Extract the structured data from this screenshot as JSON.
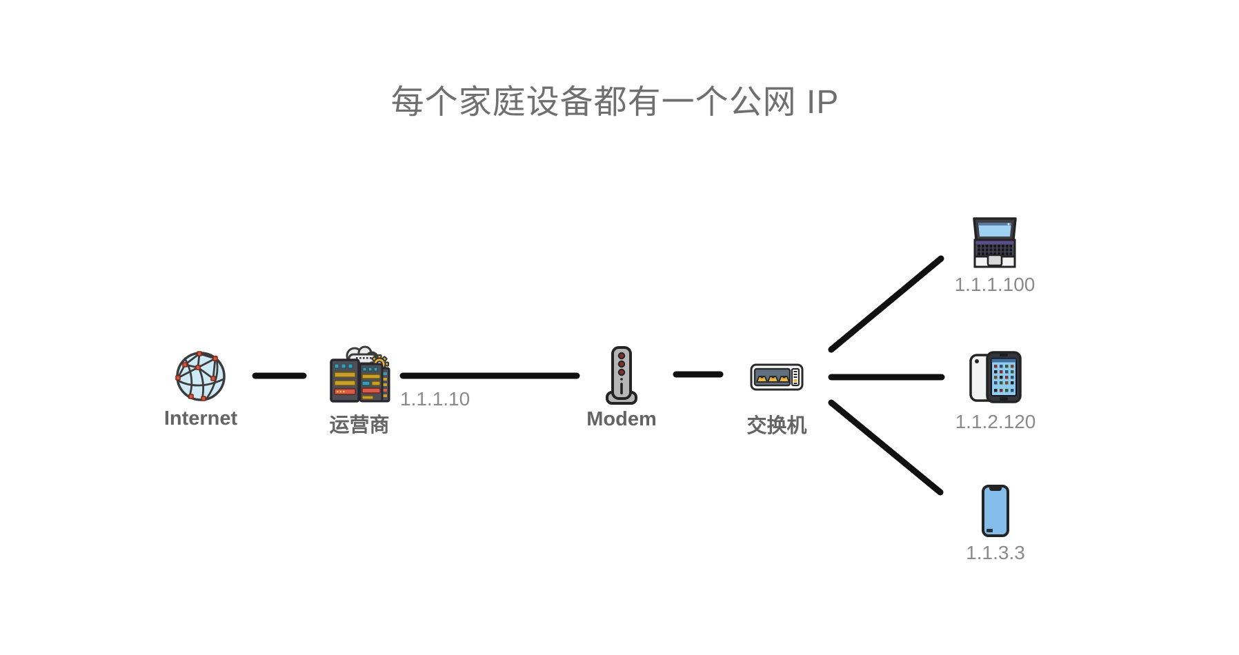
{
  "page": {
    "title": "每个家庭设备都有一个公网 IP"
  },
  "nodes": {
    "internet": {
      "label": "Internet",
      "icon": "globe-network-icon"
    },
    "isp": {
      "label": "运营商",
      "icon": "server-rack-cloud-icon"
    },
    "modem": {
      "label": "Modem",
      "icon": "modem-tower-icon"
    },
    "switch": {
      "label": "交换机",
      "icon": "network-switch-icon"
    },
    "laptop": {
      "ip": "1.1.1.100",
      "icon": "laptop-icon"
    },
    "tablet": {
      "ip": "1.1.2.120",
      "icon": "tablet-icon"
    },
    "phone": {
      "ip": "1.1.3.3",
      "icon": "smartphone-icon"
    }
  },
  "connections": [
    {
      "from": "internet",
      "to": "isp"
    },
    {
      "from": "isp",
      "to": "modem",
      "label": "1.1.1.10"
    },
    {
      "from": "modem",
      "to": "switch"
    },
    {
      "from": "switch",
      "to": "laptop"
    },
    {
      "from": "switch",
      "to": "tablet"
    },
    {
      "from": "switch",
      "to": "phone"
    }
  ],
  "colors": {
    "background": "#ffffff",
    "line": "#101010",
    "title_text": "#6f6f6f",
    "label_text": "#646464",
    "ip_text": "#8a8a8a",
    "outline": "#2a2a2a",
    "globe_fill": "#cdeaf6",
    "node_dot_red": "#d4563c",
    "server_body": "#4e4e56",
    "bar_yellow": "#c9a02c",
    "bar_red": "#d95b4a",
    "bar_teal": "#3f9cae",
    "gear_gold": "#e8b83a",
    "cloud_gray": "#ececec",
    "modem_gray": "#b6b6b6",
    "led_dark_red": "#7c2f2f",
    "switch_panel": "#5f7181",
    "port_yellow": "#eab544",
    "screen_blue": "#8ecbee",
    "phone_blue": "#85bdea"
  }
}
